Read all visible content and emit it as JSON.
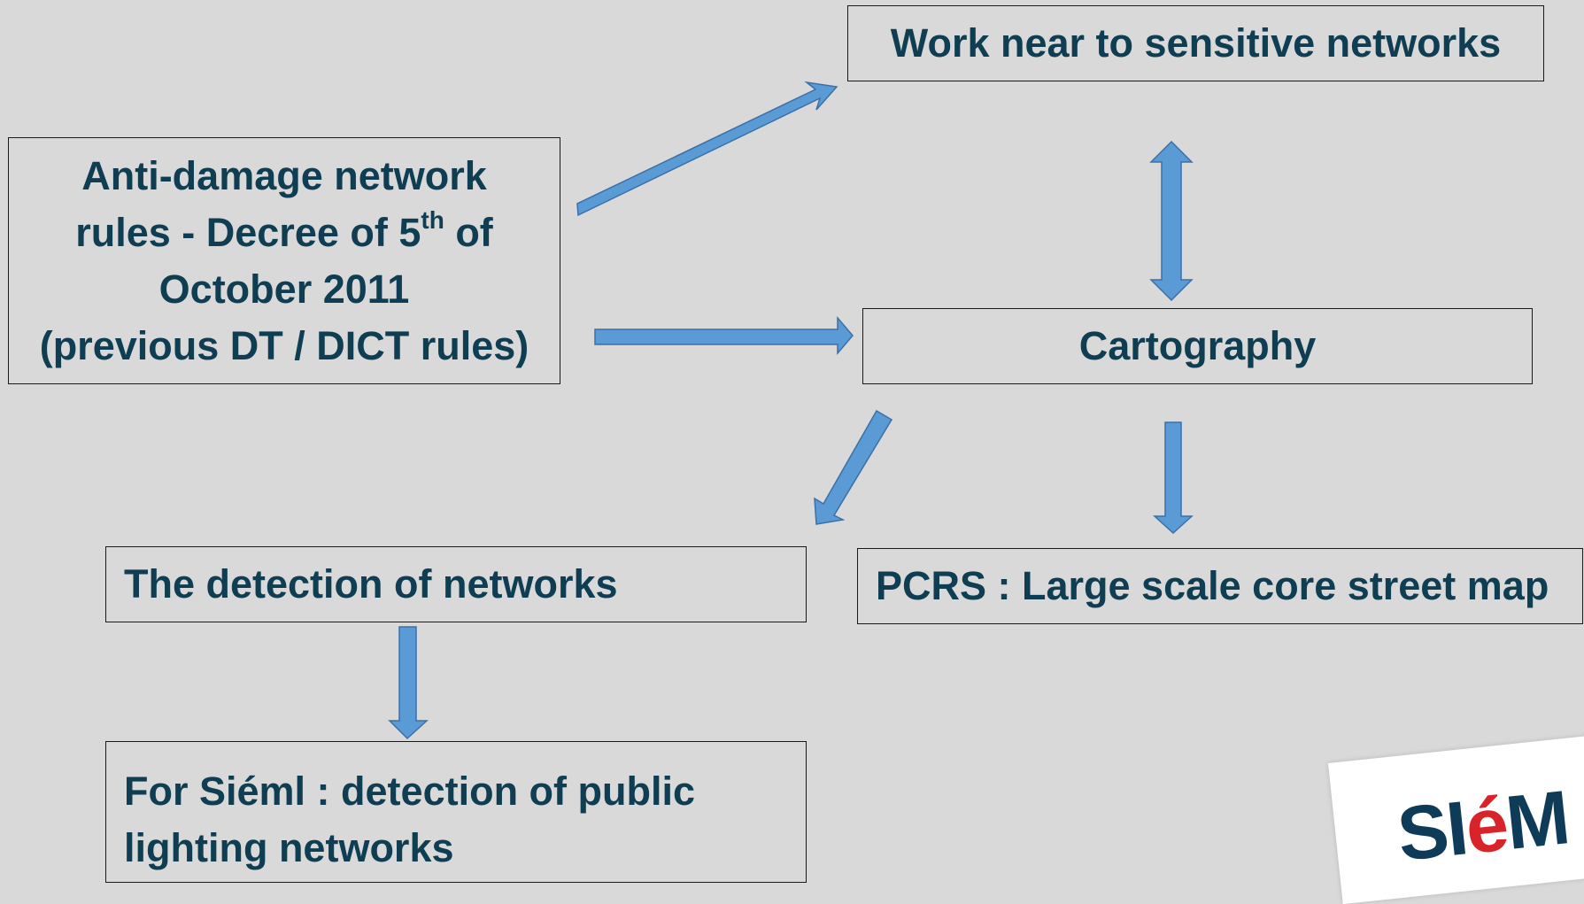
{
  "boxes": {
    "work": "Work near to sensitive networks",
    "anti_line1": "Anti-damage network",
    "anti_line2_pre": "rules - Decree of 5",
    "anti_line2_sup": "th",
    "anti_line2_post": " of",
    "anti_line3": "October 2011",
    "anti_line4": "(previous DT / DICT rules)",
    "cartography": "Cartography",
    "detection": "The detection of networks",
    "pcrs": "PCRS : Large scale core street map",
    "lighting_line1": "For Siéml : detection of public",
    "lighting_line2": "lighting networks"
  },
  "logo": {
    "part1": "SI",
    "part2": "é",
    "part3": "M"
  },
  "colors": {
    "background": "#d9d9d9",
    "text": "#0f3d52",
    "arrow_fill": "#5b9bd5",
    "arrow_stroke": "#3a70a8",
    "logo_blue": "#0e3b57",
    "logo_red": "#d8232a"
  }
}
